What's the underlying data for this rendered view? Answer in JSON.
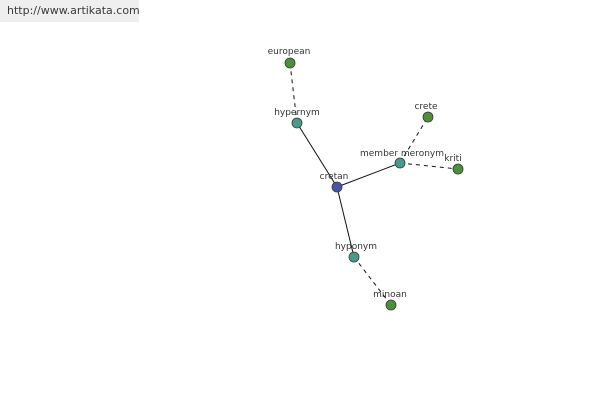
{
  "source": {
    "url_text": "http://www.artikata.com"
  },
  "colors": {
    "center": "#4a54a8",
    "relation": "#4a9a8c",
    "term": "#4f8f3c",
    "outline": "#2f3f2f",
    "edge": "#111111"
  },
  "nodes": [
    {
      "id": "cretan",
      "label": "cretan",
      "kind": "center"
    },
    {
      "id": "hypernym",
      "label": "hypernym",
      "kind": "relation"
    },
    {
      "id": "european",
      "label": "european",
      "kind": "term"
    },
    {
      "id": "member_meronym",
      "label": "member meronym",
      "kind": "relation"
    },
    {
      "id": "crete",
      "label": "crete",
      "kind": "term"
    },
    {
      "id": "kriti",
      "label": "kriti",
      "kind": "term"
    },
    {
      "id": "hyponym",
      "label": "hyponym",
      "kind": "relation"
    },
    {
      "id": "minoan",
      "label": "minoan",
      "kind": "term"
    }
  ],
  "edges": [
    {
      "from": "cretan",
      "to": "hypernym",
      "style": "solid"
    },
    {
      "from": "hypernym",
      "to": "european",
      "style": "dashed"
    },
    {
      "from": "cretan",
      "to": "member_meronym",
      "style": "solid"
    },
    {
      "from": "member_meronym",
      "to": "crete",
      "style": "dashed"
    },
    {
      "from": "member_meronym",
      "to": "kriti",
      "style": "dashed"
    },
    {
      "from": "cretan",
      "to": "hyponym",
      "style": "solid"
    },
    {
      "from": "hyponym",
      "to": "minoan",
      "style": "dashed"
    }
  ]
}
